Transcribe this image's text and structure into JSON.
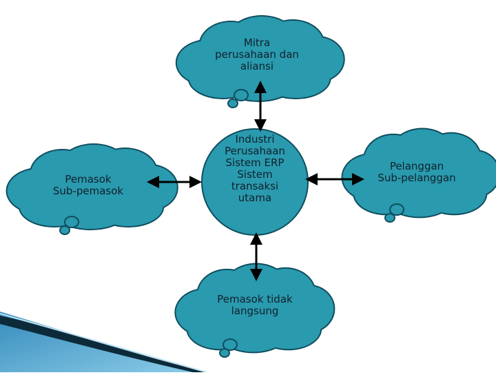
{
  "colors": {
    "cloud_fill": "#2a9aae",
    "cloud_stroke": "#0f4d5e",
    "circle_fill": "#2a9aae",
    "arrow": "#000000",
    "corner_accent": "#1e7fb4"
  },
  "nodes": {
    "top": {
      "label": "Mitra\nperusahaan dan\naliansi"
    },
    "left": {
      "label": "Pemasok\nSub-pemasok"
    },
    "center": {
      "label": "Industri\nPerusahaan\nSistem ERP\nSistem\ntransaksi\nutama"
    },
    "right": {
      "label": "Pelanggan\nSub-pelanggan"
    },
    "bottom": {
      "label": "Pemasok tidak\nlangsung"
    }
  }
}
